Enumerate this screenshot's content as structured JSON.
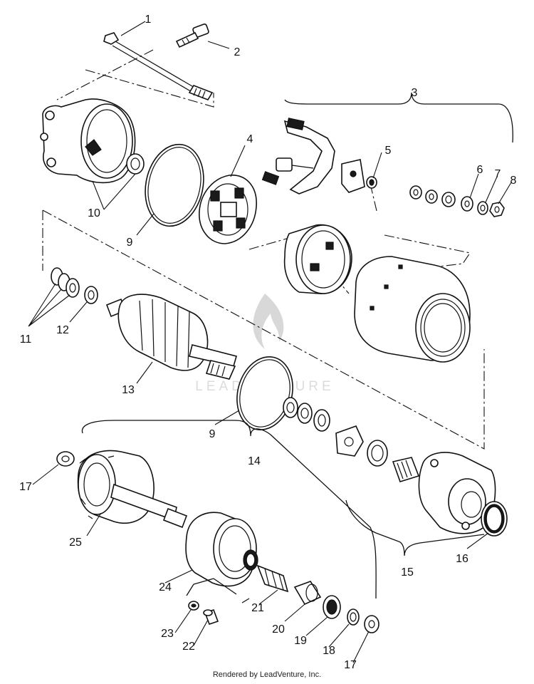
{
  "diagram": {
    "callouts": {
      "c1": "1",
      "c2": "2",
      "c3": "3",
      "c4": "4",
      "c5": "5",
      "c6": "6",
      "c7": "7",
      "c8": "8",
      "c9a": "9",
      "c9b": "9",
      "c10": "10",
      "c11": "11",
      "c12": "12",
      "c13": "13",
      "c14": "14",
      "c15": "15",
      "c16": "16",
      "c17a": "17",
      "c17b": "17",
      "c18": "18",
      "c19": "19",
      "c20": "20",
      "c21": "21",
      "c22": "22",
      "c23": "23",
      "c24": "24",
      "c25": "25"
    }
  },
  "watermark": {
    "text": "LEADVENTURE"
  },
  "footer": {
    "text": "Rendered by LeadVenture, Inc."
  }
}
